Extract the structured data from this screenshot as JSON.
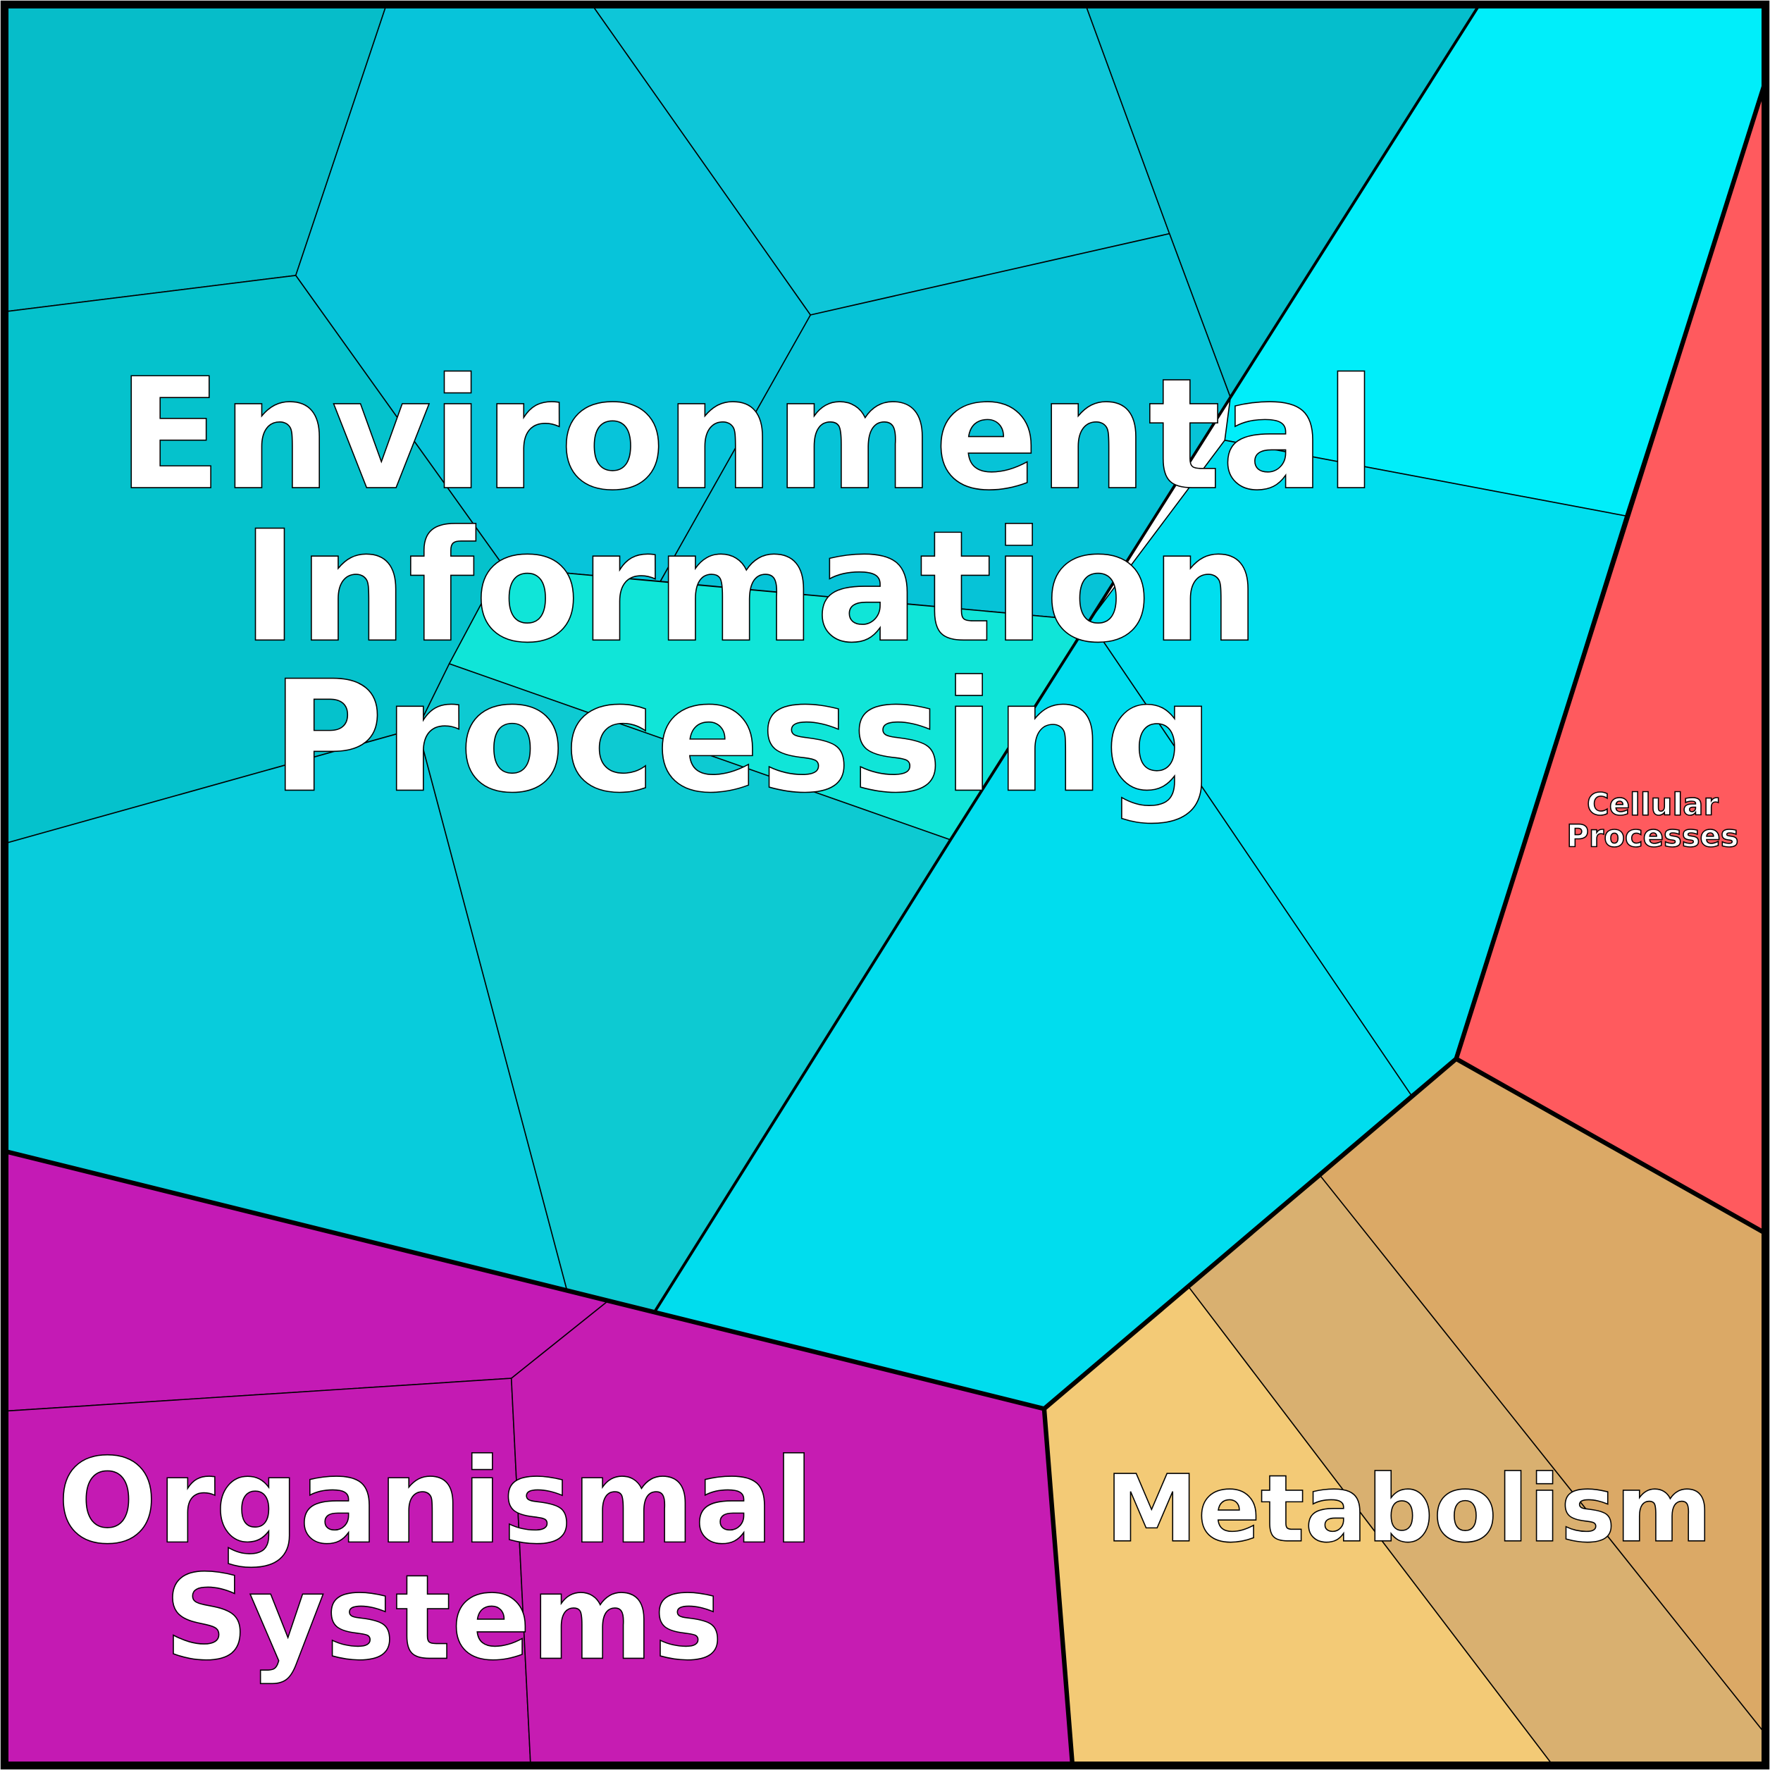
{
  "diagram": {
    "type": "voronoi-treemap",
    "categories": [
      {
        "id": "env",
        "lines": [
          "Environmental",
          "Information",
          "Processing"
        ],
        "color": "#07C4DA"
      },
      {
        "id": "org",
        "lines": [
          "Organismal",
          "Systems"
        ],
        "color": "#C41AB4"
      },
      {
        "id": "met",
        "lines": [
          "Metabolism"
        ],
        "color": "#DBA966"
      },
      {
        "id": "cell",
        "lines": [
          "Cellular",
          "Processes"
        ],
        "color": "#FF5A5E"
      }
    ]
  }
}
